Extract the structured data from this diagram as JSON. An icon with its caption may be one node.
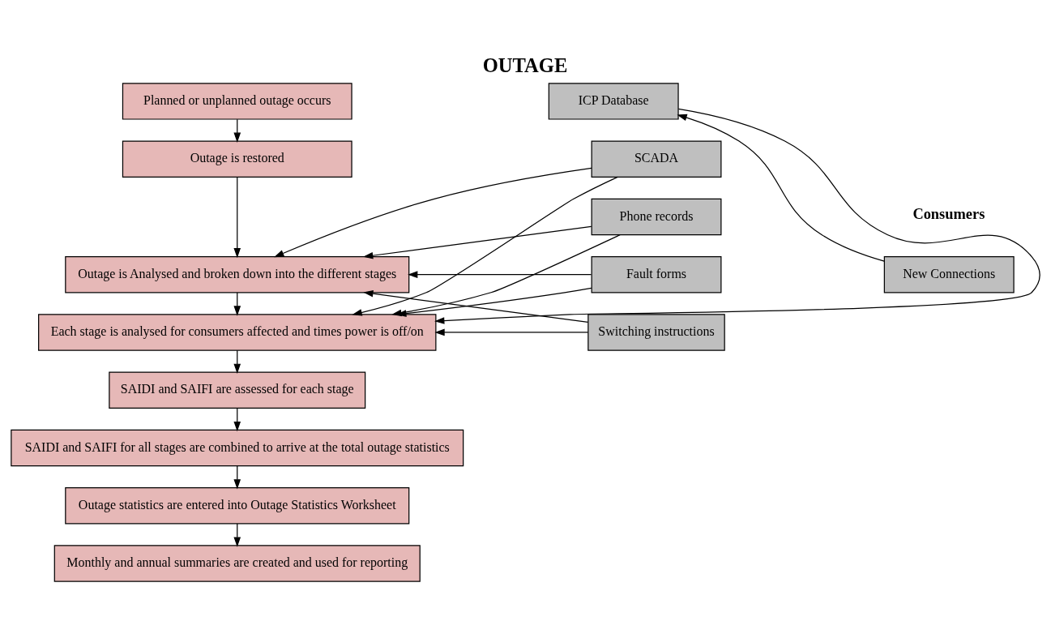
{
  "diagram": {
    "title": "OUTAGE",
    "nodes": [
      {
        "text": [
          "Planned or unplanned outage occurs"
        ]
      },
      {
        "text": [
          "Outage is restored"
        ]
      },
      {
        "text": [
          "Outage is Analysed and broken down into the different stages"
        ]
      },
      {
        "text": [
          "Each stage is analysed for consumers affected and times power is off/on"
        ]
      },
      {
        "text": [
          "SAIDI and SAIFI are assessed for each stage"
        ]
      },
      {
        "text": [
          "SAIDI and SAIFI for all stages are combined to arrive at the total outage statistics"
        ]
      },
      {
        "text": [
          "Outage statistics are entered into Outage Statistics Worksheet"
        ]
      },
      {
        "text": [
          "Monthly and annual summaries are created and used for reporting"
        ]
      },
      {
        "text": [
          "SCADA"
        ]
      },
      {
        "text": [
          "Phone records"
        ]
      },
      {
        "text": [
          "Fault forms"
        ]
      },
      {
        "text": [
          "Switching instructions"
        ]
      },
      {
        "text": [
          "New Connections"
        ]
      },
      {
        "text": [
          "ICP Database"
        ]
      }
    ],
    "edges": [
      {
        "from": 0,
        "to": 1,
        "arrow": "to"
      },
      {
        "from": 1,
        "to": 2,
        "arrow": "to"
      },
      {
        "from": 2,
        "to": 3,
        "arrow": "to"
      },
      {
        "from": 3,
        "to": 4,
        "arrow": "to"
      },
      {
        "from": 4,
        "to": 5,
        "arrow": "to"
      },
      {
        "from": 5,
        "to": 6,
        "arrow": "to"
      },
      {
        "from": 6,
        "to": 7,
        "arrow": "to"
      },
      {
        "from": 8,
        "to": 2,
        "arrow": "to"
      },
      {
        "from": 9,
        "to": 2,
        "arrow": "to"
      },
      {
        "from": 10,
        "to": 2,
        "arrow": "to"
      },
      {
        "from": 11,
        "to": 2,
        "arrow": "to"
      },
      {
        "from": 8,
        "to": 3,
        "arrow": "to"
      },
      {
        "from": 9,
        "to": 3,
        "arrow": "to"
      },
      {
        "from": 10,
        "to": 3,
        "arrow": "to"
      },
      {
        "from": 11,
        "to": 3,
        "arrow": "to"
      },
      {
        "from": 12,
        "to": 13,
        "arrow": "to"
      },
      {
        "from": 13,
        "to": 3,
        "arrow": "to"
      }
    ],
    "labels": [
      "Consumers"
    ]
  }
}
